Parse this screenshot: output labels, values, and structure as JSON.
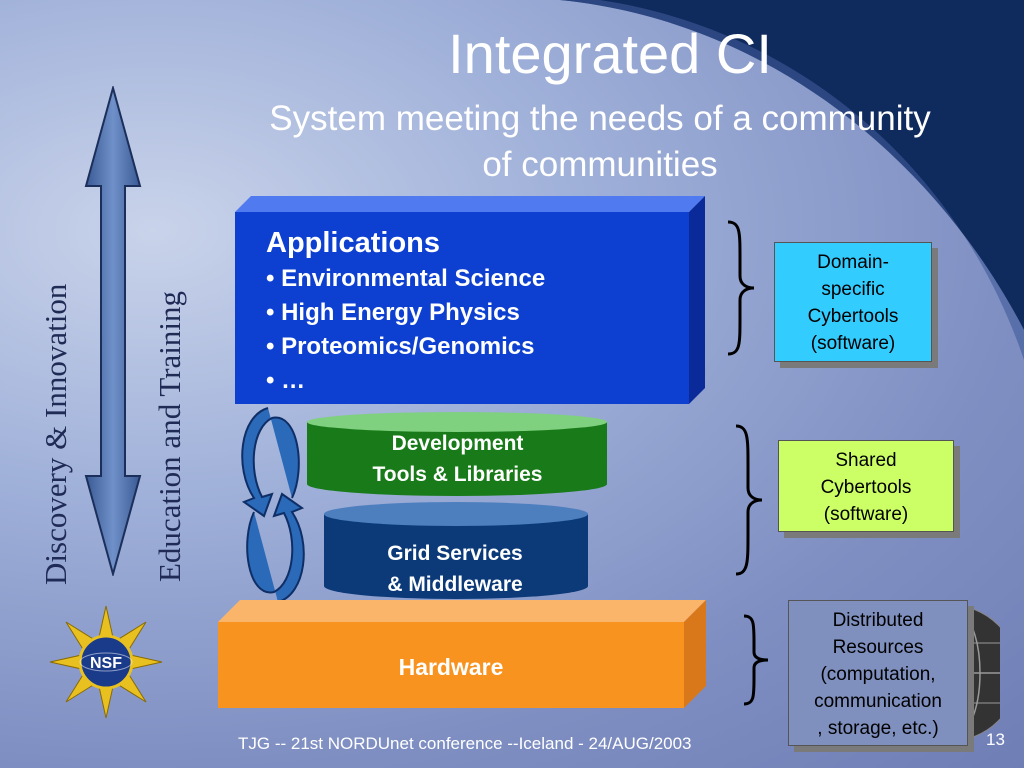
{
  "title": "Integrated CI",
  "subtitle_line1": "System meeting the needs of a community",
  "subtitle_line2": "of communities",
  "left_labels": {
    "discovery": "Discovery & Innovation",
    "education": "Education and Training"
  },
  "applications": {
    "heading": "Applications",
    "items": [
      "• Environmental Science",
      "• High Energy Physics",
      "• Proteomics/Genomics",
      "• …"
    ]
  },
  "dev_tools": {
    "line1": "Development",
    "line2": "Tools & Libraries"
  },
  "grid": {
    "line1": "Grid Services",
    "line2": "& Middleware"
  },
  "hardware": "Hardware",
  "side_boxes": {
    "domain": [
      "Domain-",
      "specific",
      "Cybertools",
      "(software)"
    ],
    "shared": [
      "Shared",
      "Cybertools",
      "(software)"
    ],
    "distributed": [
      "Distributed",
      "Resources",
      "(computation,",
      "communication",
      ", storage, etc.)"
    ]
  },
  "logo": "NSF",
  "footer": "TJG -- 21st NORDUnet conference --Iceland - 24/AUG/2003",
  "page_number": "13",
  "colors": {
    "applications": "#0d3fd0",
    "dev_tools": "#1a7a1a",
    "grid": "#0c3a78",
    "hardware": "#f7931e",
    "domain_box": "#33ccff",
    "shared_box": "#ccff66",
    "distributed_box": "#7f8fbe"
  }
}
